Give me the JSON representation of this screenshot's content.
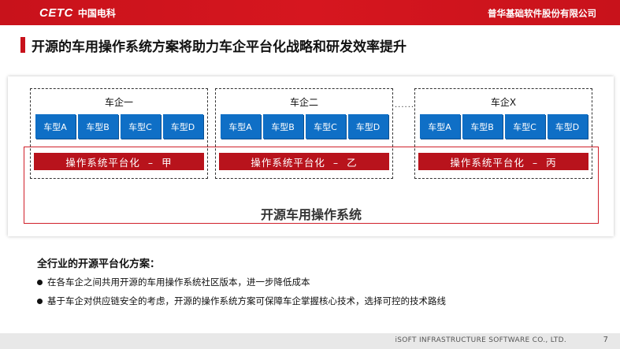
{
  "header": {
    "logo_brand": "CETC",
    "logo_cn": "中国电科",
    "company": "普华基础软件股份有限公司"
  },
  "slide": {
    "title": "开源的车用操作系统方案将助力车企平台化战略和研发效率提升"
  },
  "diagram": {
    "groups": [
      {
        "label": "车企一",
        "cars": [
          "车型A",
          "车型B",
          "车型C",
          "车型D"
        ],
        "os": "操作系统平台化  –  甲"
      },
      {
        "label": "车企二",
        "cars": [
          "车型A",
          "车型B",
          "车型C",
          "车型D"
        ],
        "os": "操作系统平台化  –  乙"
      },
      {
        "label": "车企X",
        "cars": [
          "车型A",
          "车型B",
          "车型C",
          "车型D"
        ],
        "os": "操作系统平台化  –  丙"
      }
    ],
    "ellipsis": "......",
    "shared_os": "开源车用操作系统"
  },
  "solution": {
    "title": "全行业的开源平台化方案：",
    "bullets": [
      "在各车企之间共用开源的车用操作系统社区版本，进一步降低成本",
      "基于车企对供应链安全的考虑，开源的操作系统方案可保障车企掌握核心技术，选择可控的技术路线"
    ]
  },
  "footer": {
    "text": "iSOFT INFRASTRUCTURE SOFTWARE CO., LTD.",
    "page": "7"
  }
}
